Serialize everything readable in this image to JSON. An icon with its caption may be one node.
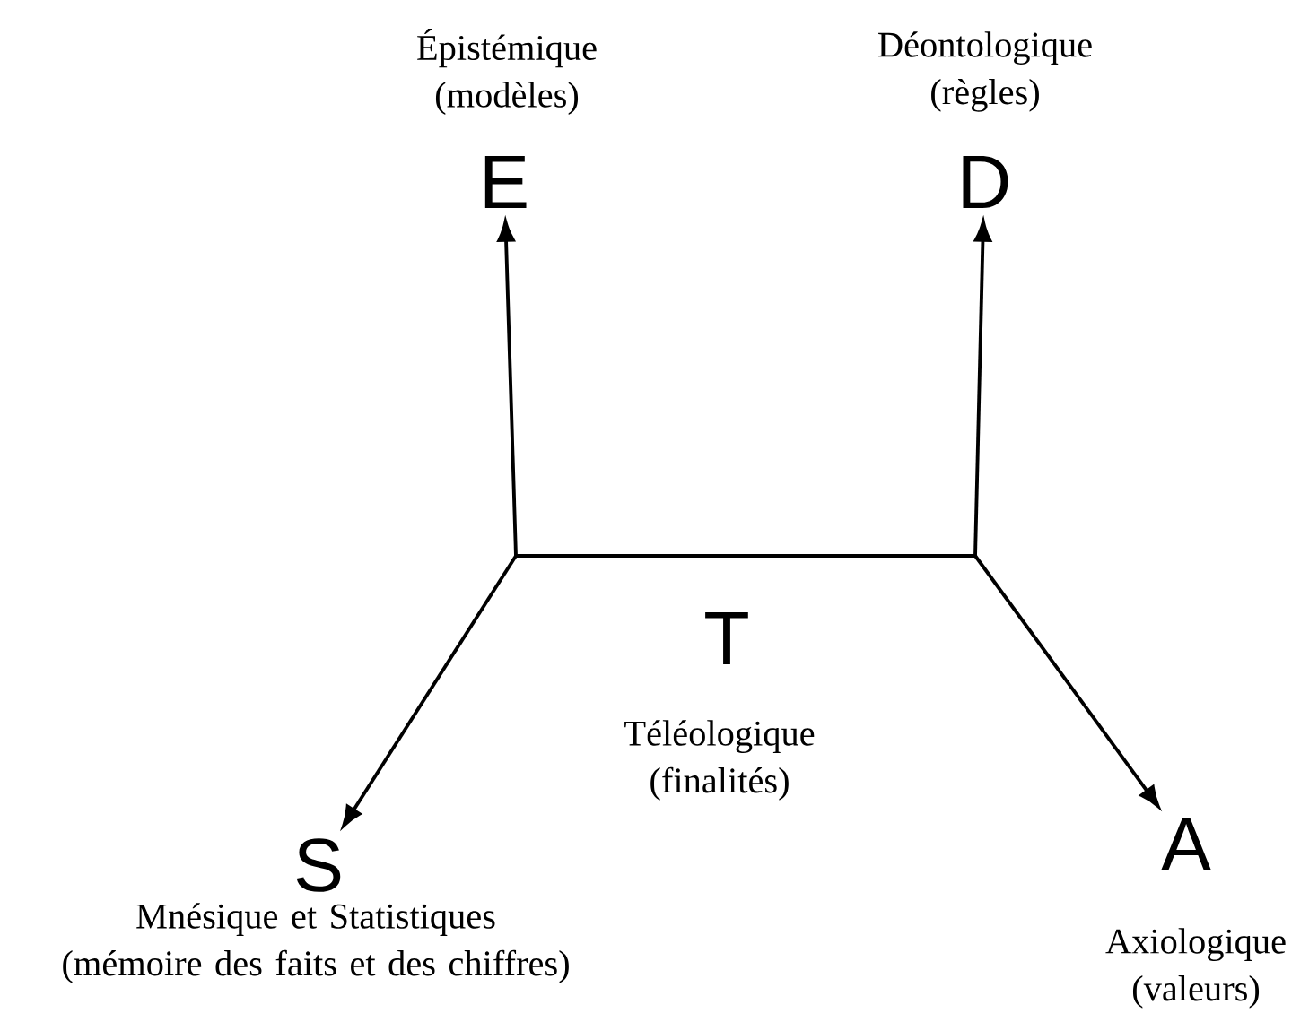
{
  "diagram": {
    "nodes": [
      {
        "text": [
          "E"
        ],
        "beside": [
          "Épistémique (modèles)"
        ]
      },
      {
        "text": [
          "D"
        ],
        "beside": [
          "Déontologique (règles)"
        ]
      },
      {
        "text": [
          "T"
        ],
        "beside": [
          "Téléologique (finalités)"
        ]
      },
      {
        "text": [
          "S"
        ],
        "beside": [
          "Mnésique et Statistiques (mémoire des faits et des chiffres)"
        ]
      },
      {
        "text": [
          "A"
        ],
        "beside": [
          "Axiologique (valeurs)"
        ]
      }
    ],
    "edges": [
      {
        "from": null,
        "to": 0,
        "arrow": "to"
      },
      {
        "from": null,
        "to": 1,
        "arrow": "to"
      },
      {
        "from": null,
        "to": 3,
        "arrow": "to"
      },
      {
        "from": null,
        "to": 4,
        "arrow": "to"
      }
    ]
  }
}
